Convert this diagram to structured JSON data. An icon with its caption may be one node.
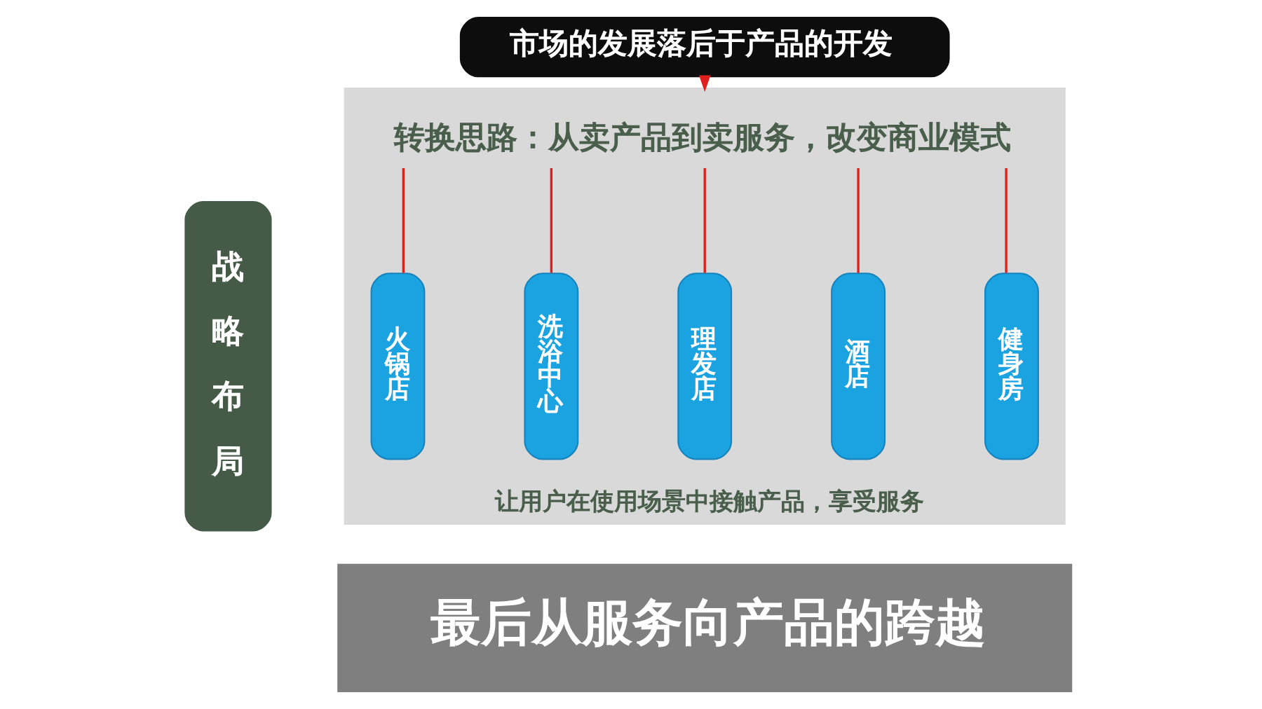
{
  "diagram": {
    "nodes": [
      {
        "text": [
          "战略布局"
        ]
      },
      {
        "text": [
          "市场的发展落后于产品的开发"
        ]
      },
      {
        "text": [
          "让用户在使用场景中接触产品，享受服务"
        ]
      },
      {
        "text": [
          "转换思路：从卖产品到卖服务，改变商业模式"
        ],
        "in": 2
      },
      {
        "text": [
          "火锅店"
        ],
        "in": 2
      },
      {
        "text": [
          "洗浴中心"
        ],
        "in": 2
      },
      {
        "text": [
          "理发店"
        ],
        "in": 2
      },
      {
        "text": [
          "酒店"
        ],
        "in": 2
      },
      {
        "text": [
          "健身房"
        ],
        "in": 2
      },
      {
        "text": [
          "最后从服务向产品的跨越"
        ]
      }
    ],
    "edges": [
      {
        "from": 1,
        "to": 2,
        "arrow": "to"
      },
      {
        "from": 3,
        "to": 4,
        "arrow": "none"
      },
      {
        "from": 3,
        "to": 5,
        "arrow": "none"
      },
      {
        "from": 3,
        "to": 6,
        "arrow": "none"
      },
      {
        "from": 3,
        "to": 7,
        "arrow": "none"
      },
      {
        "from": 3,
        "to": 8,
        "arrow": "none"
      }
    ]
  }
}
